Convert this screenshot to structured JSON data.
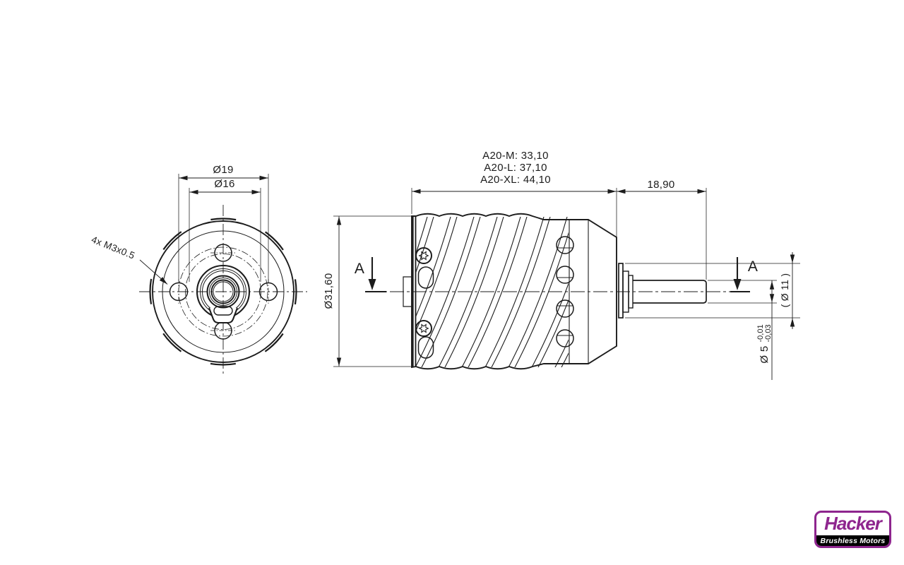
{
  "colors": {
    "line": "#1c1c1c",
    "brand_purple": "#8e258e",
    "bar_black": "#000000",
    "background": "#ffffff"
  },
  "front_view": {
    "bolt_pattern_label": "4x M3x0.5",
    "dim_bolt_circle_19": "Ø19",
    "dim_bolt_circle_16": "Ø16"
  },
  "side_view": {
    "length_labels": [
      "A20-M: 33,10",
      "A20-L: 37,10",
      "A20-XL: 44,10"
    ],
    "dim_shaft_length": "18,90",
    "dim_body_diameter": "Ø31,60",
    "dim_rotor_hub_diameter": "( Ø 11 )",
    "dim_shaft_diameter": "Ø 5",
    "shaft_tolerance_upper": "-0,01",
    "shaft_tolerance_lower": "-0,03",
    "section_label_left": "A",
    "section_label_right": "A"
  },
  "logo": {
    "brand": "Hacker",
    "tagline": "Brushless Motors"
  }
}
